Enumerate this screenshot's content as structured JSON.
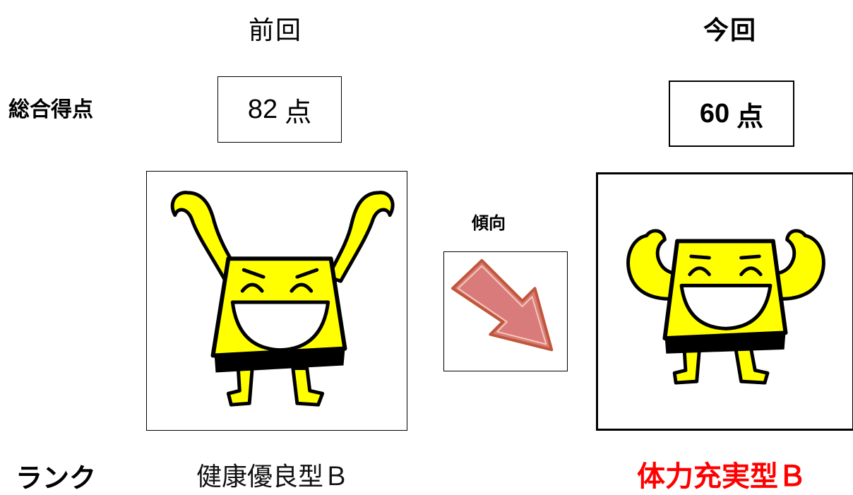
{
  "headers": {
    "previous": "前回",
    "current": "今回"
  },
  "total_score": {
    "label": "総合得点",
    "previous": {
      "value": "82",
      "unit": "点"
    },
    "current": {
      "value": "60",
      "unit": "点"
    }
  },
  "trend": {
    "label": "傾向",
    "direction": "down-right",
    "icon": "arrow-down-right-icon",
    "arrow_fill": "#d97b7b",
    "arrow_outline": "#c0563a"
  },
  "characters": {
    "previous": {
      "icon": "cheering-character-icon",
      "pose": "arms-raised"
    },
    "current": {
      "icon": "flexing-character-icon",
      "pose": "flexing"
    },
    "body_color": "#ffff00",
    "outline_color": "#000000"
  },
  "rank": {
    "label": "ランク",
    "previous": "健康優良型Ｂ",
    "current": "体力充実型Ｂ",
    "current_color": "#ff0000"
  }
}
